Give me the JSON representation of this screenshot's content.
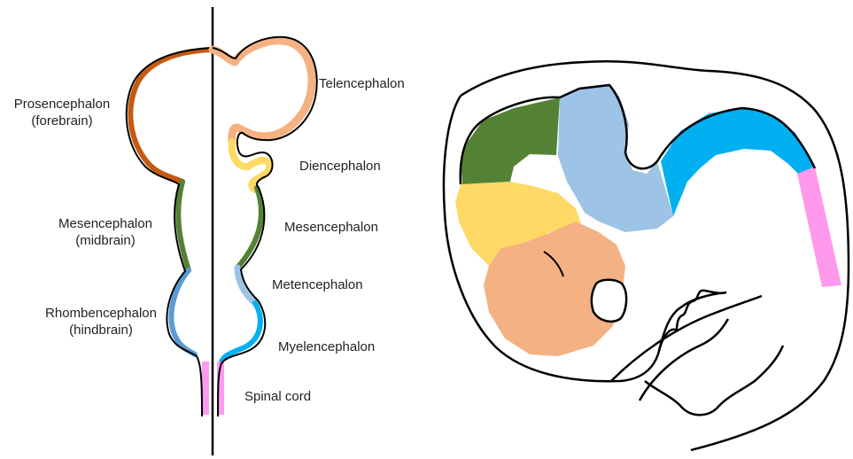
{
  "colors": {
    "prosencephalon": "#c55a11",
    "telencephalon": "#f4b183",
    "diencephalon": "#ffd966",
    "mesencephalon": "#548235",
    "metencephalon": "#9dc3e6",
    "rhombencephalon": "#5b9bd5",
    "myelencephalon": "#00b0f0",
    "spinal_cord": "#ff99ee",
    "outline": "#000000"
  },
  "labels": {
    "prosencephalon": "Prosencephalon",
    "forebrain": "(forebrain)",
    "mesencephalon_left": "Mesencephalon",
    "midbrain": "(midbrain)",
    "rhombencephalon": "Rhombencephalon",
    "hindbrain": "(hindbrain)",
    "telencephalon": "Telencephalon",
    "diencephalon": "Diencephalon",
    "mesencephalon_right": "Mesencephalon",
    "metencephalon": "Metencephalon",
    "myelencephalon": "Myelencephalon",
    "spinal_cord": "Spinal cord"
  }
}
